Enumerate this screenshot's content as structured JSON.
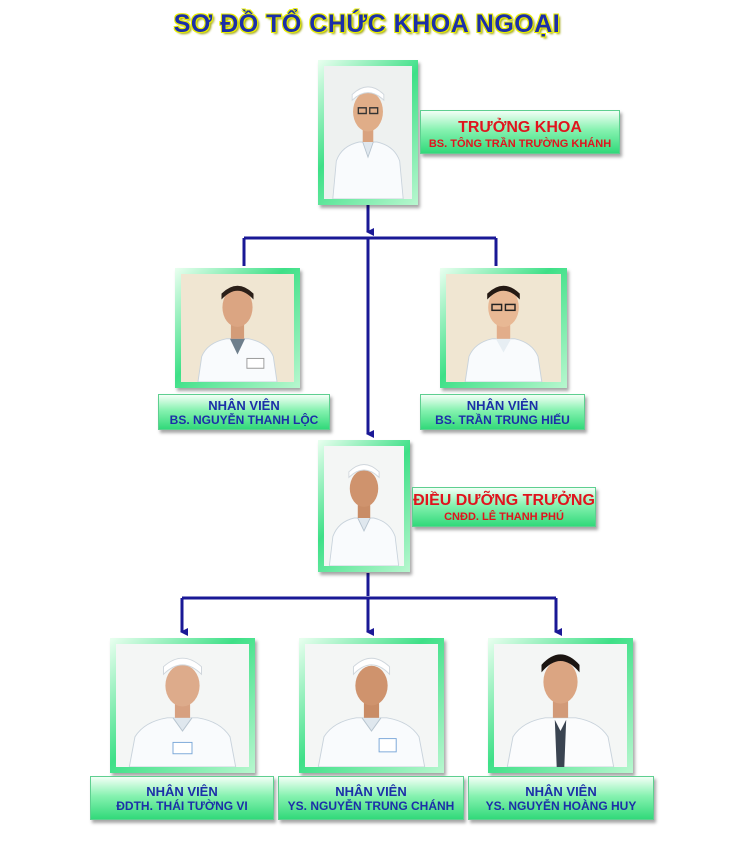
{
  "title": "SƠ ĐỒ TỔ CHỨC KHOA NGOẠI",
  "colors": {
    "title": "#1c2fa8",
    "title_outline": "#e7ec00",
    "connector": "#1a1896",
    "head_text": "#e0141e",
    "staff_text": "#1c2fa8",
    "box_green": "#32d97a"
  },
  "head": {
    "role": "TRƯỞNG KHOA",
    "name": "BS. TÔNG TRẦN TRƯỜNG KHÁNH"
  },
  "deputy_left": {
    "role": "NHÂN VIÊN",
    "name": "BS. NGUYỄN THANH LỘC"
  },
  "deputy_right": {
    "role": "NHÂN VIÊN",
    "name": "BS. TRẦN TRUNG HIẾU"
  },
  "nurse_head": {
    "role": "ĐIỀU DƯỠNG TRƯỞNG",
    "name": "CNĐD. LÊ THANH PHÚ"
  },
  "staff": [
    {
      "role": "NHÂN VIÊN",
      "name": "ĐDTH. THÁI TƯỜNG VI"
    },
    {
      "role": "NHÂN VIÊN",
      "name": "YS. NGUYỄN TRUNG CHÁNH"
    },
    {
      "role": "NHÂN VIÊN",
      "name": "YS. NGUYỄN HOÀNG HUY"
    }
  ]
}
